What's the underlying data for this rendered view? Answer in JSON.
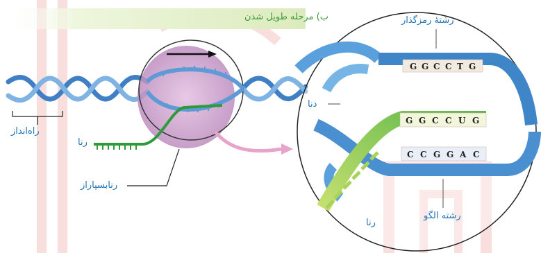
{
  "title": "ب) مرحله طویل شدن",
  "labels": {
    "promoter": "راه‌انداز",
    "rna_left": "رنا",
    "rna_polymerase": "رنابسپاراز",
    "dna": "دنا",
    "coding_strand": "رشتهٔ رمزگذار",
    "template_strand": "رشته الگو",
    "rna_bottom": "رنا"
  },
  "bases": {
    "coding": [
      "G",
      "G",
      "C",
      "C",
      "T",
      "G"
    ],
    "rna": [
      "G",
      "G",
      "C",
      "C",
      "U",
      "G"
    ],
    "template": [
      "C",
      "C",
      "G",
      "G",
      "A",
      "C"
    ]
  },
  "colors": {
    "dna": "#4a8fd0",
    "rna": "#3aa34a",
    "polymerase": "#c79ac8",
    "watermark": "#f7cccc",
    "label_blue": "#1f73b7",
    "title_green": "#3d9a3a"
  }
}
